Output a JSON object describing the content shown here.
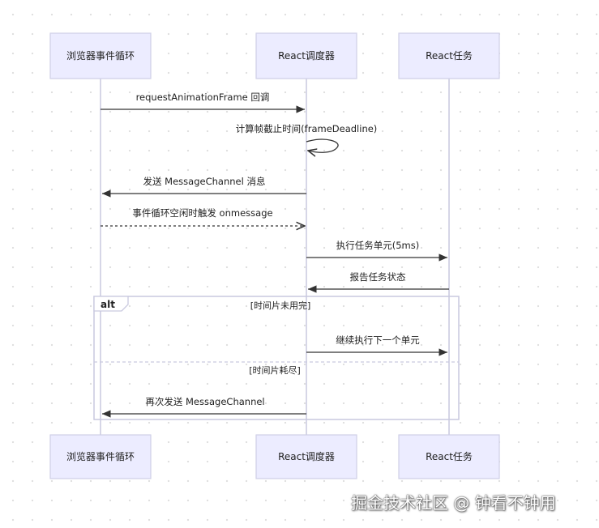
{
  "actors": [
    {
      "id": "loop",
      "label": "浏览器事件循环"
    },
    {
      "id": "scheduler",
      "label": "React调度器"
    },
    {
      "id": "task",
      "label": "React任务"
    }
  ],
  "messages": [
    {
      "id": "m1",
      "from": "loop",
      "to": "scheduler",
      "label": "requestAnimationFrame 回调",
      "style": "solid"
    },
    {
      "id": "m2",
      "from": "scheduler",
      "to": "scheduler",
      "label": "计算帧截止时间(frameDeadline)",
      "style": "self"
    },
    {
      "id": "m3",
      "from": "scheduler",
      "to": "loop",
      "label": "发送 MessageChannel 消息",
      "style": "solid"
    },
    {
      "id": "m4",
      "from": "loop",
      "to": "scheduler",
      "label": "事件循环空闲时触发 onmessage",
      "style": "dashed"
    },
    {
      "id": "m5",
      "from": "scheduler",
      "to": "task",
      "label": "执行任务单元(5ms)",
      "style": "solid"
    },
    {
      "id": "m6",
      "from": "task",
      "to": "scheduler",
      "label": "报告任务状态",
      "style": "solid"
    },
    {
      "id": "m7",
      "from": "scheduler",
      "to": "task",
      "label": "继续执行下一个单元",
      "style": "solid"
    },
    {
      "id": "m8",
      "from": "scheduler",
      "to": "loop",
      "label": "再次发送 MessageChannel",
      "style": "solid"
    }
  ],
  "alt": {
    "label": "alt",
    "condition1": "[时间片未用完]",
    "condition2": "[时间片耗尽]"
  },
  "watermark": "掘金技术社区 @ 钟看不钟用",
  "colors": {
    "actor_fill": "#ececff",
    "actor_stroke": "#cfcfe6",
    "lifeline": "#c9c9df",
    "message": "#333333",
    "alt_border": "#c9c9df"
  }
}
